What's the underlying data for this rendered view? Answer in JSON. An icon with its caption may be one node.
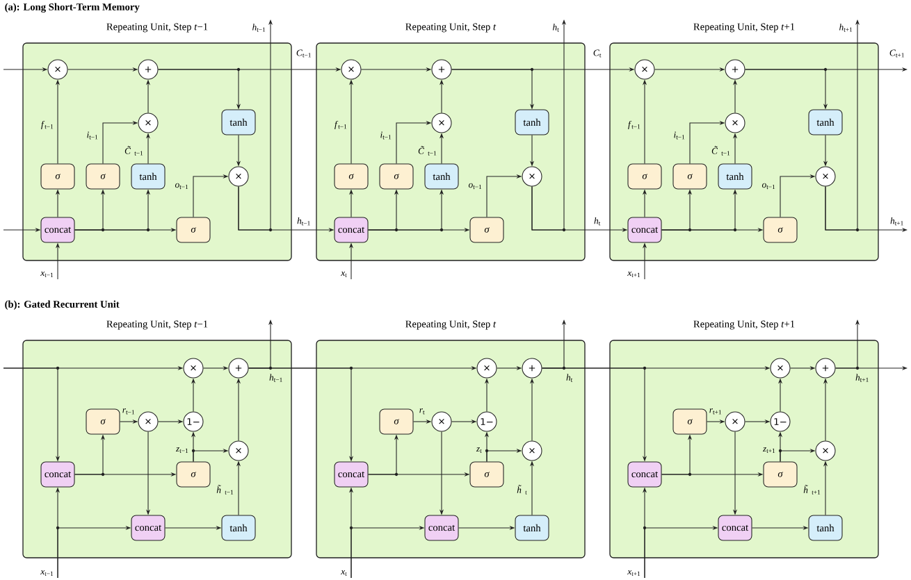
{
  "diagram": {
    "nodes": [
      {
        "text": [
          "Repeating Unit, Step *t*−1"
        ]
      },
      {
        "text": [
          "×"
        ],
        "in": 0
      },
      {
        "text": [
          "+"
        ],
        "in": 0
      },
      {
        "text": [
          "×"
        ],
        "in": 0
      },
      {
        "text": [
          "tanh"
        ],
        "in": 0
      },
      {
        "text": [
          "×"
        ],
        "in": 0
      },
      {
        "text": [
          "σ"
        ],
        "in": 0
      },
      {
        "text": [
          "σ"
        ],
        "in": 0
      },
      {
        "text": [
          "tanh"
        ],
        "in": 0
      },
      {
        "text": [
          "concat"
        ],
        "in": 0
      },
      {
        "text": [
          "σ"
        ],
        "in": 0
      },
      {
        "text": [
          "Repeating Unit, Step *t*"
        ]
      },
      {
        "text": [
          "×"
        ],
        "in": 11
      },
      {
        "text": [
          "+"
        ],
        "in": 11
      },
      {
        "text": [
          "×"
        ],
        "in": 11
      },
      {
        "text": [
          "tanh"
        ],
        "in": 11
      },
      {
        "text": [
          "×"
        ],
        "in": 11
      },
      {
        "text": [
          "σ"
        ],
        "in": 11
      },
      {
        "text": [
          "σ"
        ],
        "in": 11
      },
      {
        "text": [
          "tanh"
        ],
        "in": 11
      },
      {
        "text": [
          "concat"
        ],
        "in": 11
      },
      {
        "text": [
          "σ"
        ],
        "in": 11
      },
      {
        "text": [
          "Repeating Unit, Step *t*+1"
        ]
      },
      {
        "text": [
          "×"
        ],
        "in": 22
      },
      {
        "text": [
          "+"
        ],
        "in": 22
      },
      {
        "text": [
          "×"
        ],
        "in": 22
      },
      {
        "text": [
          "tanh"
        ],
        "in": 22
      },
      {
        "text": [
          "×"
        ],
        "in": 22
      },
      {
        "text": [
          "σ"
        ],
        "in": 22
      },
      {
        "text": [
          "σ"
        ],
        "in": 22
      },
      {
        "text": [
          "tanh"
        ],
        "in": 22
      },
      {
        "text": [
          "concat"
        ],
        "in": 22
      },
      {
        "text": [
          "σ"
        ],
        "in": 22
      },
      {
        "text": [
          "Repeating Unit, Step *t*−1"
        ]
      },
      {
        "text": [
          "×"
        ],
        "in": 33
      },
      {
        "text": [
          "+"
        ],
        "in": 33
      },
      {
        "text": [
          "σ"
        ],
        "in": 33
      },
      {
        "text": [
          "×"
        ],
        "in": 33
      },
      {
        "text": [
          "1−"
        ],
        "in": 33
      },
      {
        "text": [
          "×"
        ],
        "in": 33
      },
      {
        "text": [
          "concat"
        ],
        "in": 33
      },
      {
        "text": [
          "σ"
        ],
        "in": 33
      },
      {
        "text": [
          "concat"
        ],
        "in": 33
      },
      {
        "text": [
          "tanh"
        ],
        "in": 33
      },
      {
        "text": [
          "Repeating Unit, Step *t*"
        ]
      },
      {
        "text": [
          "×"
        ],
        "in": 44
      },
      {
        "text": [
          "+"
        ],
        "in": 44
      },
      {
        "text": [
          "σ"
        ],
        "in": 44
      },
      {
        "text": [
          "×"
        ],
        "in": 44
      },
      {
        "text": [
          "1−"
        ],
        "in": 44
      },
      {
        "text": [
          "×"
        ],
        "in": 44
      },
      {
        "text": [
          "concat"
        ],
        "in": 44
      },
      {
        "text": [
          "σ"
        ],
        "in": 44
      },
      {
        "text": [
          "concat"
        ],
        "in": 44
      },
      {
        "text": [
          "tanh"
        ],
        "in": 44
      },
      {
        "text": [
          "Repeating Unit, Step *t*+1"
        ]
      },
      {
        "text": [
          "×"
        ],
        "in": 55
      },
      {
        "text": [
          "+"
        ],
        "in": 55
      },
      {
        "text": [
          "σ"
        ],
        "in": 55
      },
      {
        "text": [
          "×"
        ],
        "in": 55
      },
      {
        "text": [
          "1−"
        ],
        "in": 55
      },
      {
        "text": [
          "×"
        ],
        "in": 55
      },
      {
        "text": [
          "concat"
        ],
        "in": 55
      },
      {
        "text": [
          "σ"
        ],
        "in": 55
      },
      {
        "text": [
          "concat"
        ],
        "in": 55
      },
      {
        "text": [
          "tanh"
        ],
        "in": 55
      }
    ],
    "edges": [
      {
        "from": 9,
        "to": 6,
        "arrow": "to"
      },
      {
        "from": 9,
        "to": 7,
        "arrow": "to"
      },
      {
        "from": 9,
        "to": 8,
        "arrow": "to"
      },
      {
        "from": 9,
        "to": 10,
        "arrow": "to"
      },
      {
        "from": 6,
        "to": 1,
        "arrow": "to",
        "label": "*f*$_{t−1}$"
      },
      {
        "from": 7,
        "to": 3,
        "arrow": "to",
        "label": "*i*$_{t−1}$"
      },
      {
        "from": 8,
        "to": 3,
        "arrow": "to",
        "label": "*C̃*$_{t−1}$"
      },
      {
        "from": 10,
        "to": 5,
        "arrow": "to",
        "label": "*o*$_{t−1}$"
      },
      {
        "from": 1,
        "to": 2,
        "arrow": "to"
      },
      {
        "from": 3,
        "to": 2,
        "arrow": "to"
      },
      {
        "from": 2,
        "to": 4,
        "arrow": "to"
      },
      {
        "from": 4,
        "to": 5,
        "arrow": "to"
      },
      {
        "from": null,
        "to": 9,
        "arrow": "to",
        "label": "*x*$_{t−1}$"
      },
      {
        "from": 5,
        "to": null,
        "arrow": "to",
        "label": "*h*$_{t−1}$"
      },
      {
        "from": null,
        "to": 1,
        "arrow": "to"
      },
      {
        "from": null,
        "to": 9,
        "arrow": "to"
      },
      {
        "from": 20,
        "to": 17,
        "arrow": "to"
      },
      {
        "from": 20,
        "to": 18,
        "arrow": "to"
      },
      {
        "from": 20,
        "to": 19,
        "arrow": "to"
      },
      {
        "from": 20,
        "to": 21,
        "arrow": "to"
      },
      {
        "from": 17,
        "to": 12,
        "arrow": "to",
        "label": "*f*$_{t−1}$"
      },
      {
        "from": 18,
        "to": 14,
        "arrow": "to",
        "label": "*i*$_{t−1}$"
      },
      {
        "from": 19,
        "to": 14,
        "arrow": "to",
        "label": "*C̃*$_{t−1}$"
      },
      {
        "from": 21,
        "to": 16,
        "arrow": "to",
        "label": "*o*$_{t−1}$"
      },
      {
        "from": 12,
        "to": 13,
        "arrow": "to"
      },
      {
        "from": 14,
        "to": 13,
        "arrow": "to"
      },
      {
        "from": 13,
        "to": 15,
        "arrow": "to"
      },
      {
        "from": 15,
        "to": 16,
        "arrow": "to"
      },
      {
        "from": null,
        "to": 20,
        "arrow": "to",
        "label": "*x*$_{t}$"
      },
      {
        "from": 16,
        "to": null,
        "arrow": "to",
        "label": "*h*$_{t}$"
      },
      {
        "from": 2,
        "to": 12,
        "arrow": "to",
        "label": "*C*$_{t−1}$"
      },
      {
        "from": 5,
        "to": 20,
        "arrow": "to",
        "label": "*h*$_{t−1}$"
      },
      {
        "from": 31,
        "to": 28,
        "arrow": "to"
      },
      {
        "from": 31,
        "to": 29,
        "arrow": "to"
      },
      {
        "from": 31,
        "to": 30,
        "arrow": "to"
      },
      {
        "from": 31,
        "to": 32,
        "arrow": "to"
      },
      {
        "from": 28,
        "to": 23,
        "arrow": "to",
        "label": "*f*$_{t−1}$"
      },
      {
        "from": 29,
        "to": 25,
        "arrow": "to",
        "label": "*i*$_{t−1}$"
      },
      {
        "from": 30,
        "to": 25,
        "arrow": "to",
        "label": "*C̃*$_{t−1}$"
      },
      {
        "from": 32,
        "to": 27,
        "arrow": "to",
        "label": "*o*$_{t−1}$"
      },
      {
        "from": 23,
        "to": 24,
        "arrow": "to"
      },
      {
        "from": 25,
        "to": 24,
        "arrow": "to"
      },
      {
        "from": 24,
        "to": 26,
        "arrow": "to"
      },
      {
        "from": 26,
        "to": 27,
        "arrow": "to"
      },
      {
        "from": null,
        "to": 31,
        "arrow": "to",
        "label": "*x*$_{t+1}$"
      },
      {
        "from": 27,
        "to": null,
        "arrow": "to",
        "label": "*h*$_{t+1}$"
      },
      {
        "from": 13,
        "to": 23,
        "arrow": "to",
        "label": "*C*$_{t}$"
      },
      {
        "from": 16,
        "to": 31,
        "arrow": "to",
        "label": "*h*$_{t}$"
      },
      {
        "from": 24,
        "to": null,
        "arrow": "to",
        "label": "*C*$_{t+1}$"
      },
      {
        "from": 27,
        "to": null,
        "arrow": "to",
        "label": "*h*$_{t+1}$"
      },
      {
        "from": 40,
        "to": 36,
        "arrow": "to"
      },
      {
        "from": 40,
        "to": 41,
        "arrow": "to"
      },
      {
        "from": 36,
        "to": 37,
        "arrow": "to",
        "label": "*r*$_{t−1}$"
      },
      {
        "from": 37,
        "to": 38,
        "arrow": "to"
      },
      {
        "from": 37,
        "to": 42,
        "arrow": "to"
      },
      {
        "from": 41,
        "to": 38,
        "arrow": "to",
        "label": "*z*$_{t−1}$"
      },
      {
        "from": 41,
        "to": 39,
        "arrow": "to"
      },
      {
        "from": 38,
        "to": 34,
        "arrow": "to"
      },
      {
        "from": 34,
        "to": 35,
        "arrow": "to"
      },
      {
        "from": 39,
        "to": 35,
        "arrow": "to"
      },
      {
        "from": 43,
        "to": 39,
        "arrow": "to",
        "label": "*h̃*$_{t−1}$"
      },
      {
        "from": 42,
        "to": 43,
        "arrow": "to"
      },
      {
        "from": null,
        "to": 40,
        "arrow": "to",
        "label": "*x*$_{t−1}$"
      },
      {
        "from": null,
        "to": 42,
        "arrow": "to"
      },
      {
        "from": 35,
        "to": null,
        "arrow": "to"
      },
      {
        "from": null,
        "to": 34,
        "arrow": "to"
      },
      {
        "from": null,
        "to": 40,
        "arrow": "to"
      },
      {
        "from": 51,
        "to": 47,
        "arrow": "to"
      },
      {
        "from": 51,
        "to": 52,
        "arrow": "to"
      },
      {
        "from": 47,
        "to": 48,
        "arrow": "to",
        "label": "*r*$_{t}$"
      },
      {
        "from": 48,
        "to": 49,
        "arrow": "to"
      },
      {
        "from": 48,
        "to": 53,
        "arrow": "to"
      },
      {
        "from": 52,
        "to": 49,
        "arrow": "to",
        "label": "*z*$_{t}$"
      },
      {
        "from": 52,
        "to": 50,
        "arrow": "to"
      },
      {
        "from": 49,
        "to": 45,
        "arrow": "to"
      },
      {
        "from": 45,
        "to": 46,
        "arrow": "to"
      },
      {
        "from": 50,
        "to": 46,
        "arrow": "to"
      },
      {
        "from": 54,
        "to": 50,
        "arrow": "to",
        "label": "*h̃*$_{t}$"
      },
      {
        "from": 53,
        "to": 54,
        "arrow": "to"
      },
      {
        "from": null,
        "to": 51,
        "arrow": "to",
        "label": "*x*$_{t}$"
      },
      {
        "from": null,
        "to": 53,
        "arrow": "to"
      },
      {
        "from": 46,
        "to": null,
        "arrow": "to"
      },
      {
        "from": 35,
        "to": 45,
        "arrow": "to",
        "label": "*h*$_{t−1}$"
      },
      {
        "from": 35,
        "to": 51,
        "arrow": "to"
      },
      {
        "from": 62,
        "to": 58,
        "arrow": "to"
      },
      {
        "from": 62,
        "to": 63,
        "arrow": "to"
      },
      {
        "from": 58,
        "to": 59,
        "arrow": "to",
        "label": "*r*$_{t+1}$"
      },
      {
        "from": 59,
        "to": 60,
        "arrow": "to"
      },
      {
        "from": 59,
        "to": 64,
        "arrow": "to"
      },
      {
        "from": 63,
        "to": 60,
        "arrow": "to",
        "label": "*z*$_{t+1}$"
      },
      {
        "from": 63,
        "to": 61,
        "arrow": "to"
      },
      {
        "from": 60,
        "to": 56,
        "arrow": "to"
      },
      {
        "from": 56,
        "to": 57,
        "arrow": "to"
      },
      {
        "from": 61,
        "to": 57,
        "arrow": "to"
      },
      {
        "from": 65,
        "to": 61,
        "arrow": "to",
        "label": "*h̃*$_{t+1}$"
      },
      {
        "from": 64,
        "to": 65,
        "arrow": "to"
      },
      {
        "from": null,
        "to": 62,
        "arrow": "to",
        "label": "*x*$_{t+1}$"
      },
      {
        "from": null,
        "to": 64,
        "arrow": "to"
      },
      {
        "from": 57,
        "to": null,
        "arrow": "to"
      },
      {
        "from": 46,
        "to": 56,
        "arrow": "to",
        "label": "*h*$_{t}$"
      },
      {
        "from": 46,
        "to": 62,
        "arrow": "to"
      },
      {
        "from": 57,
        "to": null,
        "arrow": "to",
        "label": "*h*$_{t+1}$"
      }
    ],
    "labels": [
      "(a): Long Short-Term Memory",
      "(b): Gated Recurrent Unit"
    ]
  }
}
